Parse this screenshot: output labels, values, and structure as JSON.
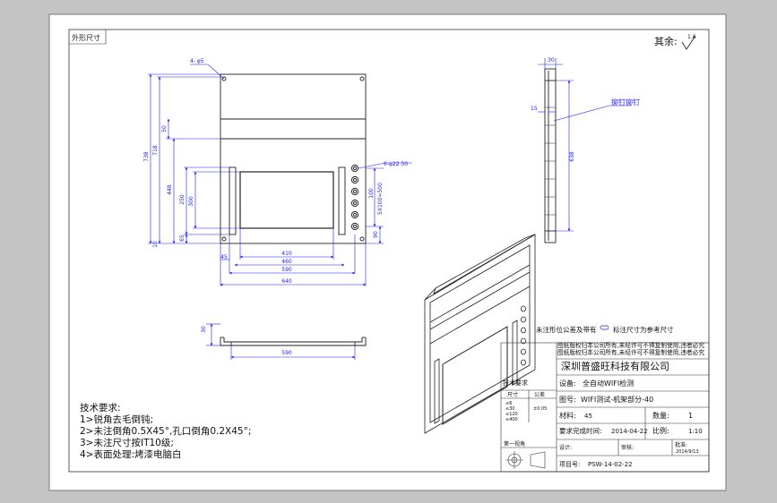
{
  "top_left_label": "外形尺寸",
  "other_label": "其余:",
  "roughness_value": "1.6",
  "dims": {
    "phi5": "4- φ5",
    "h738": "738",
    "h718": "718",
    "h50": "50",
    "h448": "448",
    "h250": "250",
    "h300": "300",
    "h65": "65",
    "h10": "10",
    "w45": "45",
    "w410": "410",
    "w460": "460",
    "w590": "590",
    "w640": "640",
    "holes": "6-φ22.50",
    "v100": "100",
    "v5x100": "5X100=500",
    "v90": "90",
    "side30": "30",
    "side15": "15",
    "side_h": "638",
    "side_note": "铆钉铆钉",
    "b30": "30",
    "b590": "590"
  },
  "tech_title": "技术要求:",
  "tech_items": [
    "1>锐角去毛倒钝;",
    "2>未注倒角0.5X45°,孔口倒角0.2X45°;",
    "3>未注尺寸按IT10级;",
    "4>表面处理:烤漆电脑白"
  ],
  "tb": {
    "note1": "未注形位公差及带有",
    "note2": "标注尺寸为参考尺寸",
    "blur": "图纸版权归本公司所有,未经许可不得复制使用,违者必究",
    "blur2": "技术要求",
    "company": "深圳普盛旺科技有限公司",
    "device_label": "设备:",
    "device": "全自动WIFI检测",
    "drawing_label": "图号:",
    "drawing": "WIFI测试-机架部分-40",
    "material_label": "材料:",
    "material": "45",
    "qty_label": "数量:",
    "qty": "1",
    "date_label": "要求完成时间:",
    "date": "2014-04-22",
    "scale_label": "比例:",
    "scale": "1:10",
    "designer_label": "设计:",
    "check_label": "审核:",
    "approve_label": "批准:",
    "approve_date": "2014/9/13",
    "proj_label": "项目号:",
    "proj": "PSW-14-02-22",
    "first_angle": "第一视角",
    "size_hdr": "尺寸",
    "tol_hdr": "公差",
    "r1": "≤6",
    "r2": "≤30",
    "r3": "≤120",
    "r4": "≤400",
    "t1": "±0.05"
  }
}
